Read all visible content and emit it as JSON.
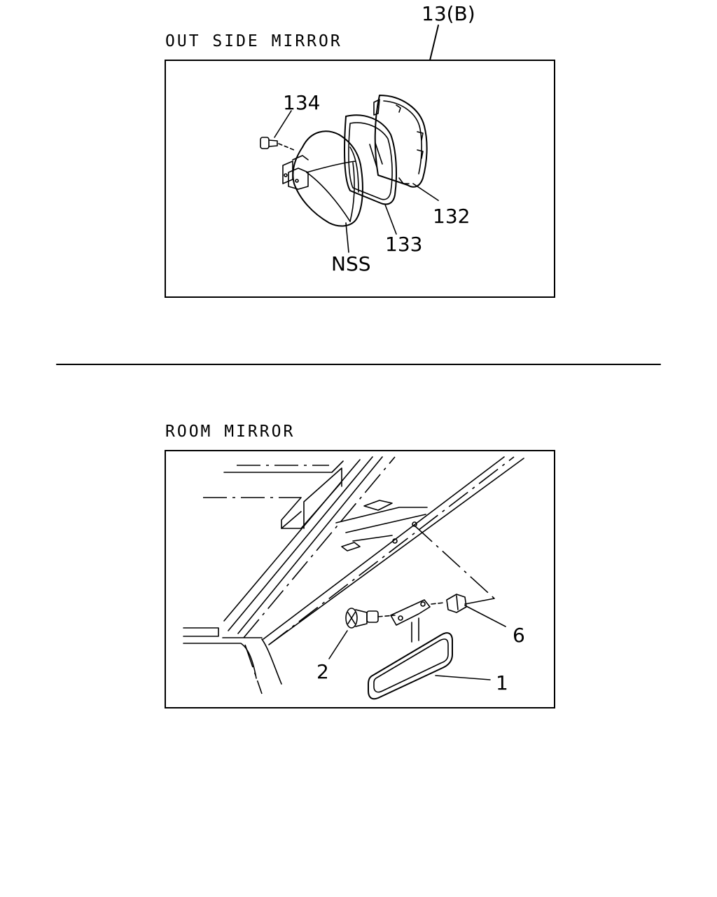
{
  "outside_mirror": {
    "title": "OUT SIDE MIRROR",
    "ref": "13(B)",
    "callouts": {
      "c134": "134",
      "c132": "132",
      "c133": "133",
      "nss": "NSS"
    }
  },
  "room_mirror": {
    "title": "ROOM MIRROR",
    "callouts": {
      "c6": "6",
      "c2": "2",
      "c1": "1"
    }
  }
}
